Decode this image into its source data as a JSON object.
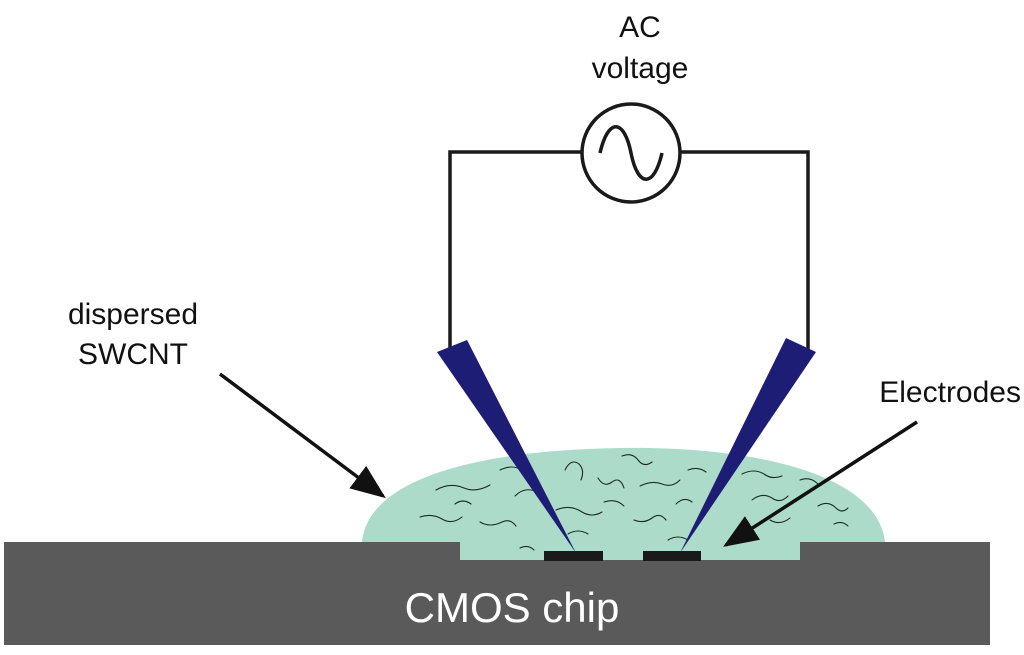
{
  "labels": {
    "source_line1": "AC",
    "source_line2": "voltage",
    "swcnt_line1": "dispersed",
    "swcnt_line2": "SWCNT",
    "electrodes": "Electrodes",
    "chip": "CMOS chip"
  },
  "icons": {
    "ac_source": "ac-voltage-source-icon"
  },
  "colors": {
    "chip": "#5b5a5a",
    "droplet": "#acdcc9",
    "probe": "#1d1d75",
    "electrode": "#1a1a1a",
    "wire": "#1a1a1a",
    "chip_text": "#ffffff"
  }
}
